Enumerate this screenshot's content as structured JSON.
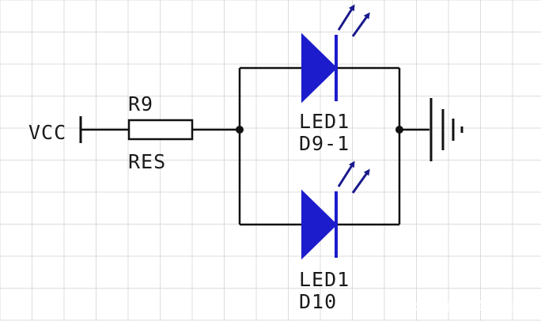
{
  "labels": {
    "vcc": "VCC",
    "r_ref": "R9",
    "r_type": "RES",
    "led_top_name": "LED1",
    "led_top_ref": "D9-1",
    "led_bottom_name": "LED1",
    "led_bottom_ref": "D10"
  },
  "watermark": "头条 @亿佰特物联网实验室",
  "colors": {
    "grid": "#dcdcdc",
    "wire": "#111111",
    "diode_fill": "#1c1ccc",
    "arrow": "#1a1a8c",
    "text": "#1a1a1a"
  },
  "icons": {
    "ground": "ground-symbol-icon",
    "resistor": "resistor-icon",
    "led": "led-icon",
    "light": "light-arrows-icon"
  }
}
